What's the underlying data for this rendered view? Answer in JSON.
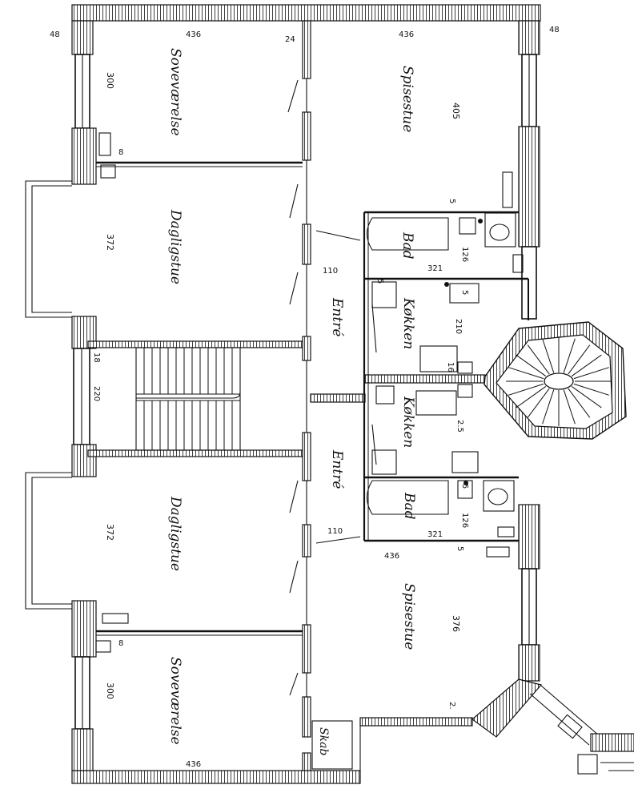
{
  "rooms": {
    "sovevaerelse_top": "Soveværelse",
    "spisestue_top": "Spisestue",
    "dagligstue_top": "Dagligstue",
    "bad_top": "Bad",
    "entre_top": "Entré",
    "kokken_top": "Køkken",
    "kokken_bottom": "Køkken",
    "entre_bottom": "Entré",
    "bad_bottom": "Bad",
    "dagligstue_bottom": "Dagligstue",
    "spisestue_bottom": "Spisestue",
    "sovevaerelse_bottom": "Soveværelse",
    "skab": "Skab"
  },
  "dimensions": {
    "outer_top_left": "48",
    "outer_top_right": "48",
    "width_top_left": "436",
    "width_top_right": "436",
    "wall_24": "24",
    "sov_top_depth": "300",
    "spis_top_depth": "405",
    "gap_8_top": "8",
    "dag_top_depth": "372",
    "bad_top_w": "126",
    "bad_top_len": "321",
    "entre_top_110": "110",
    "kok_top_210": "210",
    "stair_18": "18",
    "stair_220": "220",
    "kok_16": "16",
    "kok_bottom_2x": "2.5",
    "dag_bottom_depth": "372",
    "bad_bottom_w": "126",
    "bad_bottom_len": "321",
    "entre_bottom_110": "110",
    "width_mid_436": "436",
    "spis_bottom_depth": "376",
    "gap_8_bottom": "8",
    "sov_bottom_depth": "300",
    "width_bottom_left": "436",
    "mark_5a": "5",
    "mark_5b": "5",
    "mark_5c": "5",
    "mark_5d": "5",
    "mark_5e": "5",
    "mark_2_bottom": "2."
  }
}
